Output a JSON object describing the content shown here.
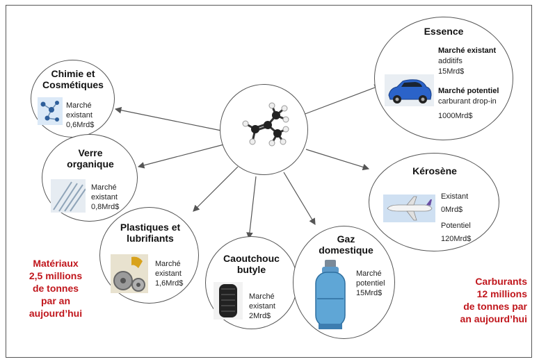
{
  "center": {
    "name": "isobutene-molecule"
  },
  "chimie": {
    "title_line1": "Chimie et",
    "title_line2": "Cosmétiques",
    "text_line1": "Marché",
    "text_line2": "existant",
    "text_line3": "0,6Mrd$"
  },
  "verre": {
    "title_line1": "Verre",
    "title_line2": "organique",
    "text_line1": "Marché",
    "text_line2": "existant",
    "text_line3": "0,8Mrd$"
  },
  "plastiques": {
    "title_line1": "Plastiques et",
    "title_line2": "lubrifiants",
    "text_line1": "Marché",
    "text_line2": "existant",
    "text_line3": "1,6Mrd$"
  },
  "caoutchouc": {
    "title_line1": "Caoutchouc",
    "title_line2": "butyle",
    "text_line1": "Marché",
    "text_line2": "existant",
    "text_line3": "2Mrd$"
  },
  "gaz": {
    "title_line1": "Gaz",
    "title_line2": "domestique",
    "text_line1": "Marché",
    "text_line2": "potentiel",
    "text_line3": "15Mrd$"
  },
  "kerosene": {
    "title": "Kérosène",
    "text_line1": "Existant",
    "text_line2": "0Mrd$",
    "text_line3": "Potentiel",
    "text_line4": "120Mrd$"
  },
  "essence": {
    "title": "Essence",
    "existant_label": "Marché existant",
    "existant_line1": "additifs",
    "existant_line2": "15Mrd$",
    "potentiel_label": "Marché potentiel",
    "potentiel_line1": "carburant drop-in",
    "potentiel_line2": "1000Mrd$"
  },
  "materiaux": {
    "line1": "Matériaux",
    "line2": "2,5 millions",
    "line3": "de tonnes",
    "line4": "par an",
    "line5": "aujourd’hui"
  },
  "carburants": {
    "line1": "Carburants",
    "line2": "12 millions",
    "line3": "de tonnes par",
    "line4": "an aujourd’hui"
  },
  "colors": {
    "accent_red": "#c0161c",
    "line_gray": "#555555"
  }
}
